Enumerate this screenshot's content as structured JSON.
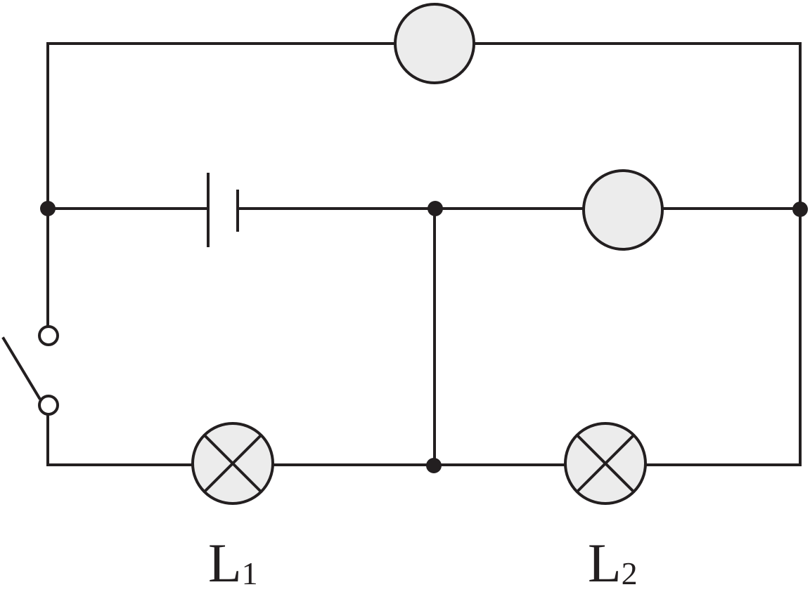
{
  "labels": {
    "lamp1": {
      "main": "L",
      "sub": "1"
    },
    "lamp2": {
      "main": "L",
      "sub": "2"
    }
  },
  "colors": {
    "line": "#231f20",
    "component_fill": "#ececec"
  }
}
